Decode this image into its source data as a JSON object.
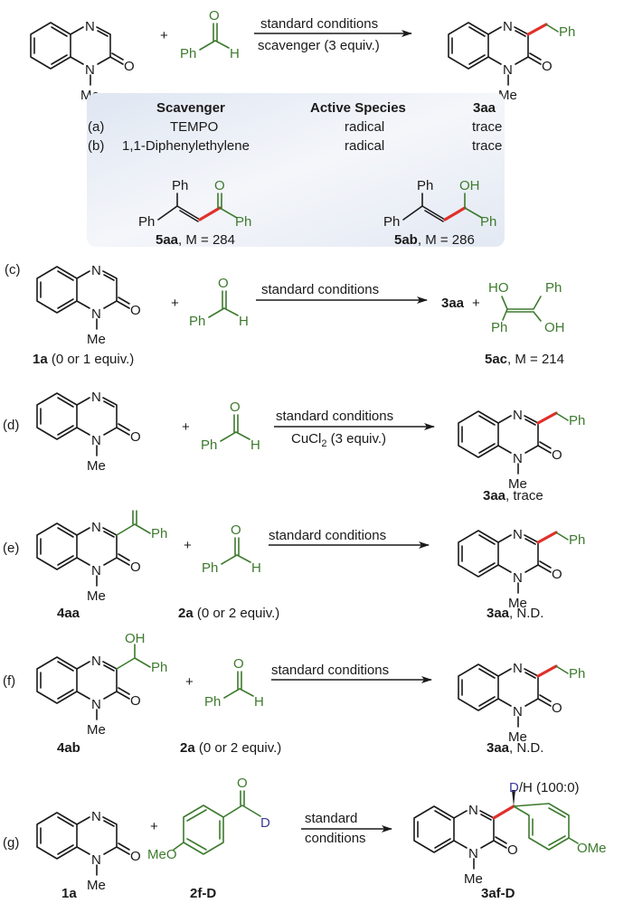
{
  "colors": {
    "reagent_green": "#3d7a2e",
    "new_bond_red": "#e0302a",
    "deuterium_blue": "#3a3a9a",
    "box_fill": "#e9eef6"
  },
  "atoms": {
    "N": "N",
    "O": "O",
    "Me": "Me",
    "Ph": "Ph",
    "H": "H",
    "D": "D",
    "OH": "OH",
    "HO": "HO",
    "MeO": "MeO",
    "OMe": "OMe",
    "plus": "+"
  },
  "top": {
    "conditions_above": "standard conditions",
    "conditions_below": "scavenger (3 equiv.)"
  },
  "scavenger_table": {
    "headers": [
      "Scavenger",
      "Active Species",
      "3aa"
    ],
    "rows": [
      {
        "label": "(a)",
        "scavenger": "TEMPO",
        "species": "radical",
        "yield": "trace"
      },
      {
        "label": "(b)",
        "scavenger": "1,1-Diphenylethylene",
        "species": "radical",
        "yield": "trace"
      }
    ],
    "adducts": [
      {
        "id": "5aa",
        "mass": ", M = 284"
      },
      {
        "id": "5ab",
        "mass": ", M = 286"
      }
    ]
  },
  "experiments": {
    "c": {
      "label": "(c)",
      "conditions": "standard  conditions",
      "sm_id": "1a",
      "sm_note": " (0 or 1 equiv.)",
      "product": "3aa",
      "byproduct_id": "5ac",
      "byproduct_note": ", M = 214"
    },
    "d": {
      "label": "(d)",
      "conditions_above": "standard conditions",
      "conditions_below_pre": "CuCl",
      "conditions_below_sub": "2",
      "conditions_below_post": " (3 equiv.)",
      "product_id": "3aa",
      "product_note": ", trace"
    },
    "e": {
      "label": "(e)",
      "sm_id": "4aa",
      "reagent_id": "2a",
      "reagent_note": " (0 or 2 equiv.)",
      "conditions": "standard conditions",
      "product_id": "3aa",
      "product_note": ", N.D."
    },
    "f": {
      "label": "(f)",
      "sm_id": "4ab",
      "reagent_id": "2a",
      "reagent_note": " (0 or 2 equiv.)",
      "conditions": "standard conditions",
      "product_id": "3aa",
      "product_note": ", N.D."
    },
    "g": {
      "label": "(g)",
      "sm_id": "1a",
      "reagent_id": "2f-D",
      "conditions_above": "standard",
      "conditions_below": "conditions",
      "product_id": "3af-D",
      "dh_ratio_d": "D",
      "dh_ratio_rest": "/H (100:0)"
    }
  }
}
